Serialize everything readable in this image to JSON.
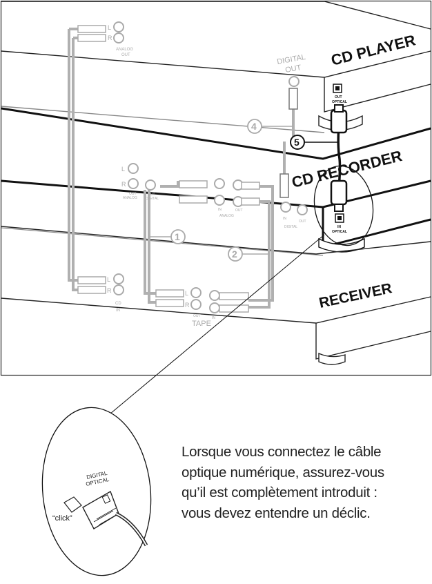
{
  "devices": {
    "cd_player": "CD PLAYER",
    "cd_recorder": "CD RECORDER",
    "receiver": "RECEIVER"
  },
  "connectors": {
    "left": "L",
    "right": "R",
    "analog": "ANALOG",
    "out": "OUT",
    "in": "IN",
    "digital": "DIGITAL",
    "optical": "OPTICAL",
    "cd": "CD",
    "tape": "TAPE",
    "digital_out_line1": "DIGITAL",
    "digital_out_line2": "OUT"
  },
  "callouts": [
    "1",
    "2",
    "4",
    "5"
  ],
  "inset": {
    "label_line1": "DIGITAL",
    "label_line2": "OPTICAL",
    "click": "“click”"
  },
  "caption_lines": [
    "Lorsque vous connectez le câble",
    "optique numérique, assurez-vous",
    "qu’il est complètement introduit :",
    "vous devez entendre un déclic."
  ]
}
